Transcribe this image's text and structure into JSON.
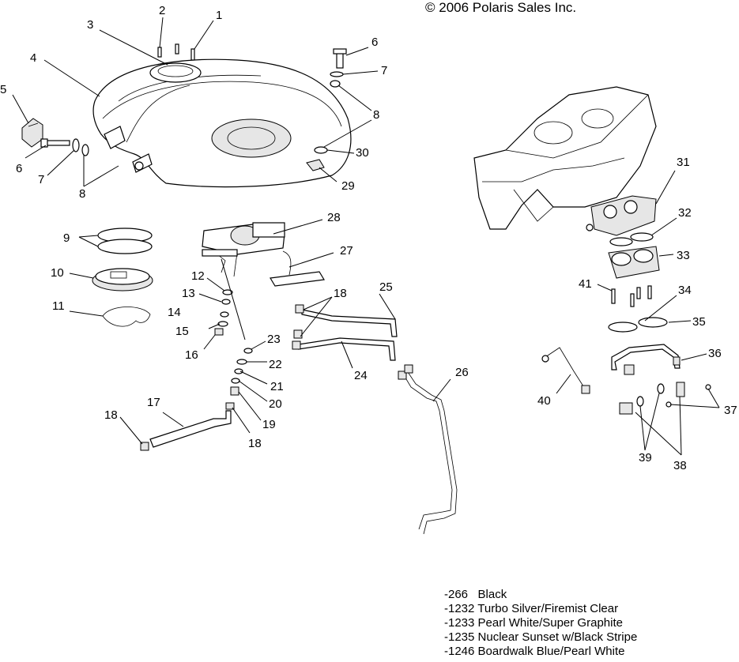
{
  "copyright": "© 2006 Polaris Sales Inc.",
  "callouts": [
    "1",
    "2",
    "3",
    "4",
    "5",
    "6",
    "6",
    "7",
    "7",
    "8",
    "8",
    "9",
    "10",
    "11",
    "12",
    "13",
    "14",
    "15",
    "16",
    "17",
    "18",
    "18",
    "18",
    "19",
    "20",
    "21",
    "22",
    "23",
    "24",
    "25",
    "26",
    "27",
    "28",
    "29",
    "30",
    "31",
    "32",
    "33",
    "34",
    "35",
    "36",
    "37",
    "38",
    "39",
    "40",
    "41"
  ],
  "legend": [
    {
      "code": "-266",
      "name": "Black"
    },
    {
      "code": "-1232",
      "name": "Turbo Silver/Firemist Clear"
    },
    {
      "code": "-1233",
      "name": "Pearl White/Super Graphite"
    },
    {
      "code": "-1235",
      "name": "Nuclear Sunset w/Black Stripe"
    },
    {
      "code": "-1246",
      "name": "Boardwalk Blue/Pearl White"
    }
  ]
}
